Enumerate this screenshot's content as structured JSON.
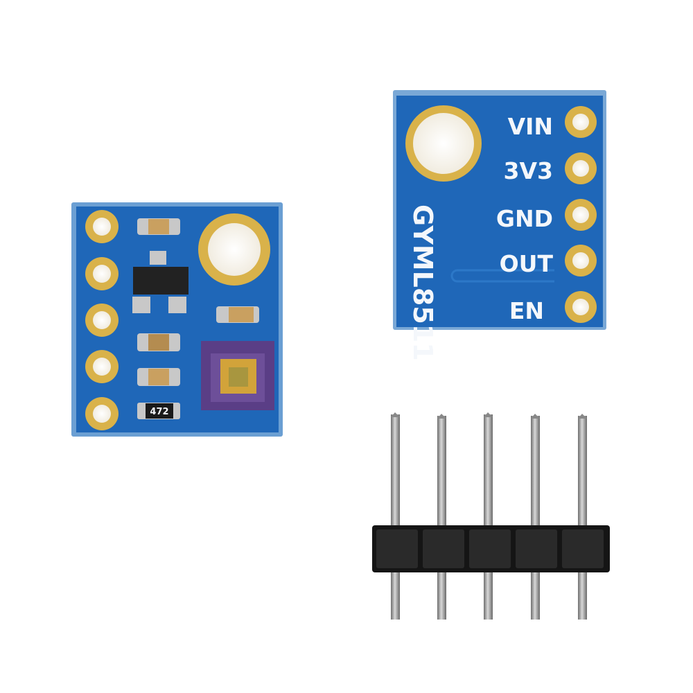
{
  "front_board": {
    "resistor_code": "472"
  },
  "back_board": {
    "model_label": "GYML8511",
    "pin_labels": [
      "VIN",
      "3V3",
      "GND",
      "OUT",
      "EN"
    ]
  },
  "colors": {
    "pcb_blue": "#1f67b8",
    "pcb_edge": "#5e93cc",
    "gold": "#d9b24a",
    "sensor_purple": "#5a3e86",
    "header_black": "#151515",
    "pin_silver": "#9a9a9a"
  }
}
